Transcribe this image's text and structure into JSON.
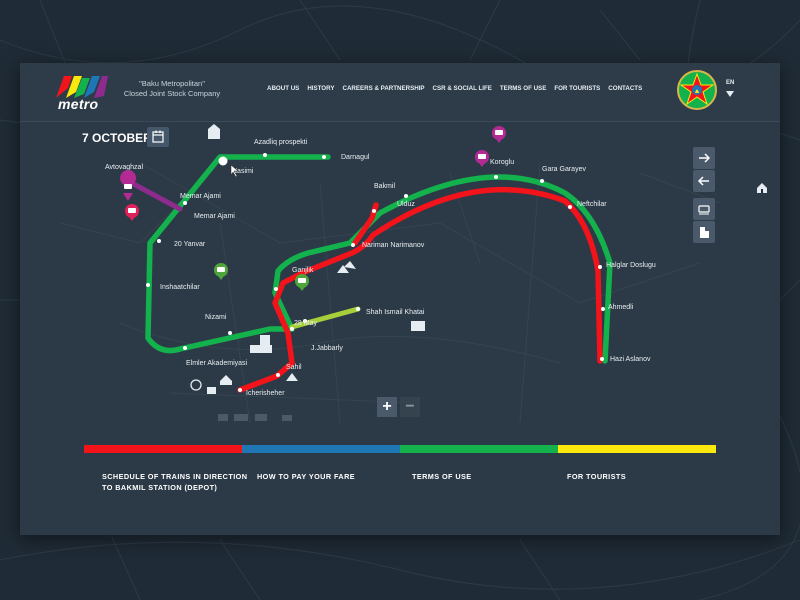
{
  "company": {
    "brand": "metro",
    "line1": "\"Baku Metropolitan\"",
    "line2": "Closed Joint Stock Company"
  },
  "nav": [
    {
      "label": "ABOUT US"
    },
    {
      "label": "HISTORY"
    },
    {
      "label": "CAREERS & PARTNERSHIP"
    },
    {
      "label": "CSR & SOCIAL LIFE"
    },
    {
      "label": "TERMS OF USE"
    },
    {
      "label": "FOR TOURISTS"
    },
    {
      "label": "CONTACTS"
    }
  ],
  "lang": {
    "current": "EN"
  },
  "date": {
    "label": "7 OCTOBER"
  },
  "stations": {
    "avtovaghzal": "Avtovaghzal",
    "memar_ajami_1": "Memar Ajami",
    "memar_ajami_2": "Memar Ajami",
    "nasimi": "Nasimi",
    "azadliq": "Azadliq prospekti",
    "darnagul": "Darnagul",
    "yanvar20": "20 Yanvar",
    "inshaatchilar": "Inshaatchilar",
    "nizami": "Nizami",
    "elmler": "Elmler Akademiyasi",
    "icherisheher": "Icherisheher",
    "sahil": "Sahil",
    "jabbarly": "J.Jabbarly",
    "may28": "28 May",
    "ganjlik": "Ganjlik",
    "narimanov": "Nariman Narimanov",
    "ulduz": "Ulduz",
    "bakmil": "Bakmil",
    "koroglu": "Koroglu",
    "gara_garayev": "Gara Garayev",
    "neftchilar": "Neftchilar",
    "halglar": "Halglar Doslugu",
    "ahmedli": "Ahmedli",
    "hazi_aslanov": "Hazi Aslanov",
    "shah_ismail": "Shah Ismail Khatai"
  },
  "colors": {
    "red": "#f2131b",
    "green": "#13b24c",
    "purple": "#8e2b8f",
    "lime": "#a7cf39",
    "blue": "#1f76b4",
    "yellow": "#fbe80c"
  },
  "zoom": {
    "plus": "+",
    "minus": "−"
  },
  "bottom_links": [
    {
      "label": "SCHEDULE OF TRAINS IN DIRECTION TO BAKMIL STATION (DEPOT)"
    },
    {
      "label": "HOW TO PAY YOUR FARE"
    },
    {
      "label": "TERMS OF USE"
    },
    {
      "label": "FOR TOURISTS"
    }
  ],
  "icons": [
    "calendar-icon",
    "arrow-right-icon",
    "arrow-left-icon",
    "train-icon",
    "building-icon",
    "house-icon",
    "pin-icon",
    "emblem-icon"
  ]
}
